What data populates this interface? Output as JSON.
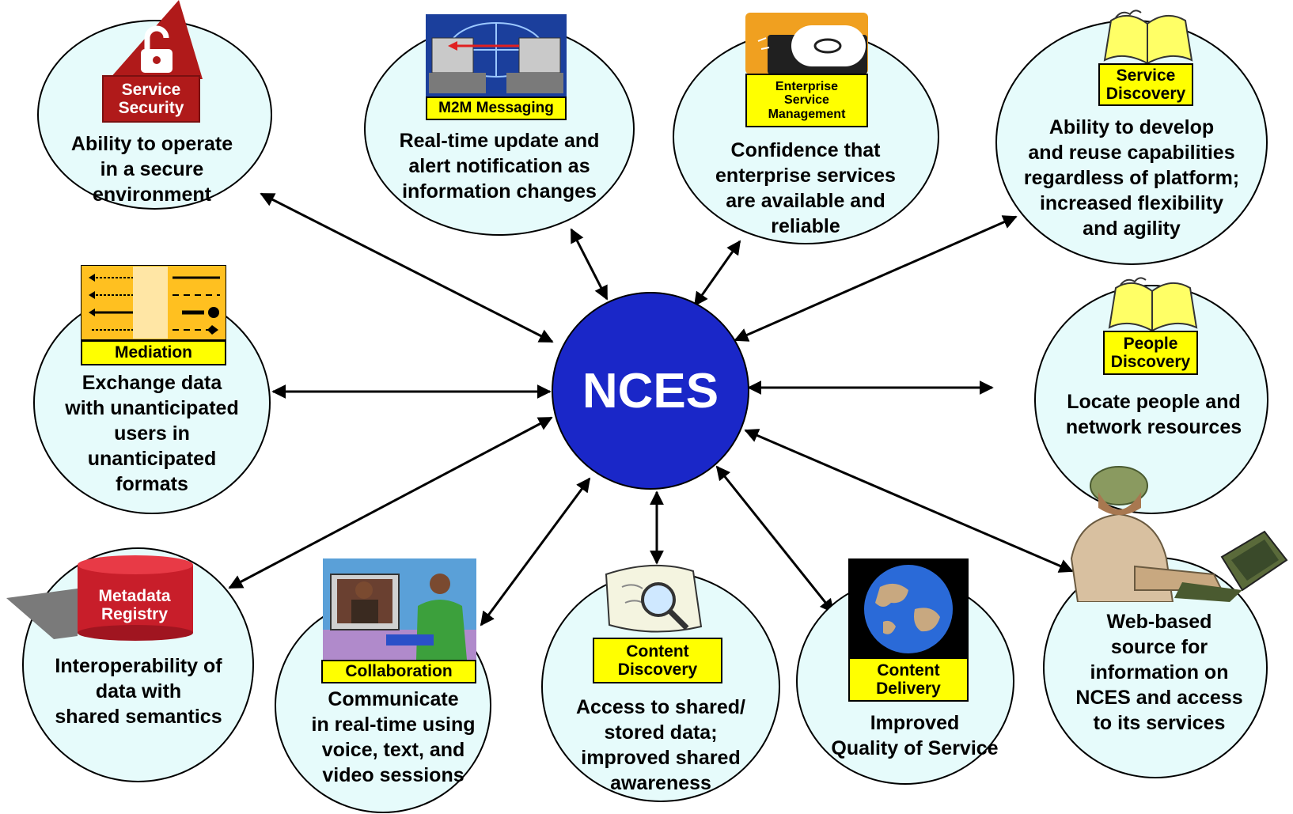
{
  "hub": {
    "label": "NCES"
  },
  "nodes": [
    {
      "id": "service-security",
      "tag": "Service\nSecurity",
      "text": "Ability to operate\nin a secure\nenvironment",
      "icon": "padlock-icon"
    },
    {
      "id": "m2m-messaging",
      "tag": "M2M Messaging",
      "text": "Real-time update and\nalert notification as\ninformation changes",
      "icon": "network-laptops-icon"
    },
    {
      "id": "enterprise-service-management",
      "tag": "Enterprise\nService\nManagement",
      "text": "Confidence that\nenterprise services\nare available and\nreliable",
      "icon": "tape-drive-icon"
    },
    {
      "id": "service-discovery",
      "tag": "Service\nDiscovery",
      "text": "Ability to develop\nand reuse capabilities\nregardless of platform;\nincreased flexibility\nand agility",
      "icon": "open-book-icon"
    },
    {
      "id": "mediation",
      "tag": "Mediation",
      "text": "Exchange data\nwith unanticipated\nusers in\nunanticipated\nformats",
      "icon": "mediation-arrows-icon"
    },
    {
      "id": "people-discovery",
      "tag": "People\nDiscovery",
      "text": "Locate people and\nnetwork resources",
      "icon": "open-book-icon"
    },
    {
      "id": "metadata-registry",
      "tag": "Metadata\nRegistry",
      "text": "Interoperability of\ndata with\nshared semantics",
      "icon": "database-cylinder-icon"
    },
    {
      "id": "collaboration",
      "tag": "Collaboration",
      "text": "Communicate\nin real-time using\nvoice, text, and\nvideo sessions",
      "icon": "video-call-icon"
    },
    {
      "id": "content-discovery",
      "tag": "Content\nDiscovery",
      "text": "Access to shared/\nstored data;\nimproved shared\nawareness",
      "icon": "magnifier-icon"
    },
    {
      "id": "content-delivery",
      "tag": "Content\nDelivery",
      "text": "Improved\nQuality of Service",
      "icon": "globe-icon"
    },
    {
      "id": "web-portal",
      "tag": "",
      "text": "Web-based\nsource for\ninformation on\nNCES and access\nto its services",
      "icon": "soldier-laptop-icon"
    }
  ],
  "colors": {
    "bubble": "#e6fbfb",
    "hub": "#1a27c8",
    "tag_yellow": "#ffff00",
    "tag_red": "#b01a1a",
    "arrow": "#000000"
  }
}
